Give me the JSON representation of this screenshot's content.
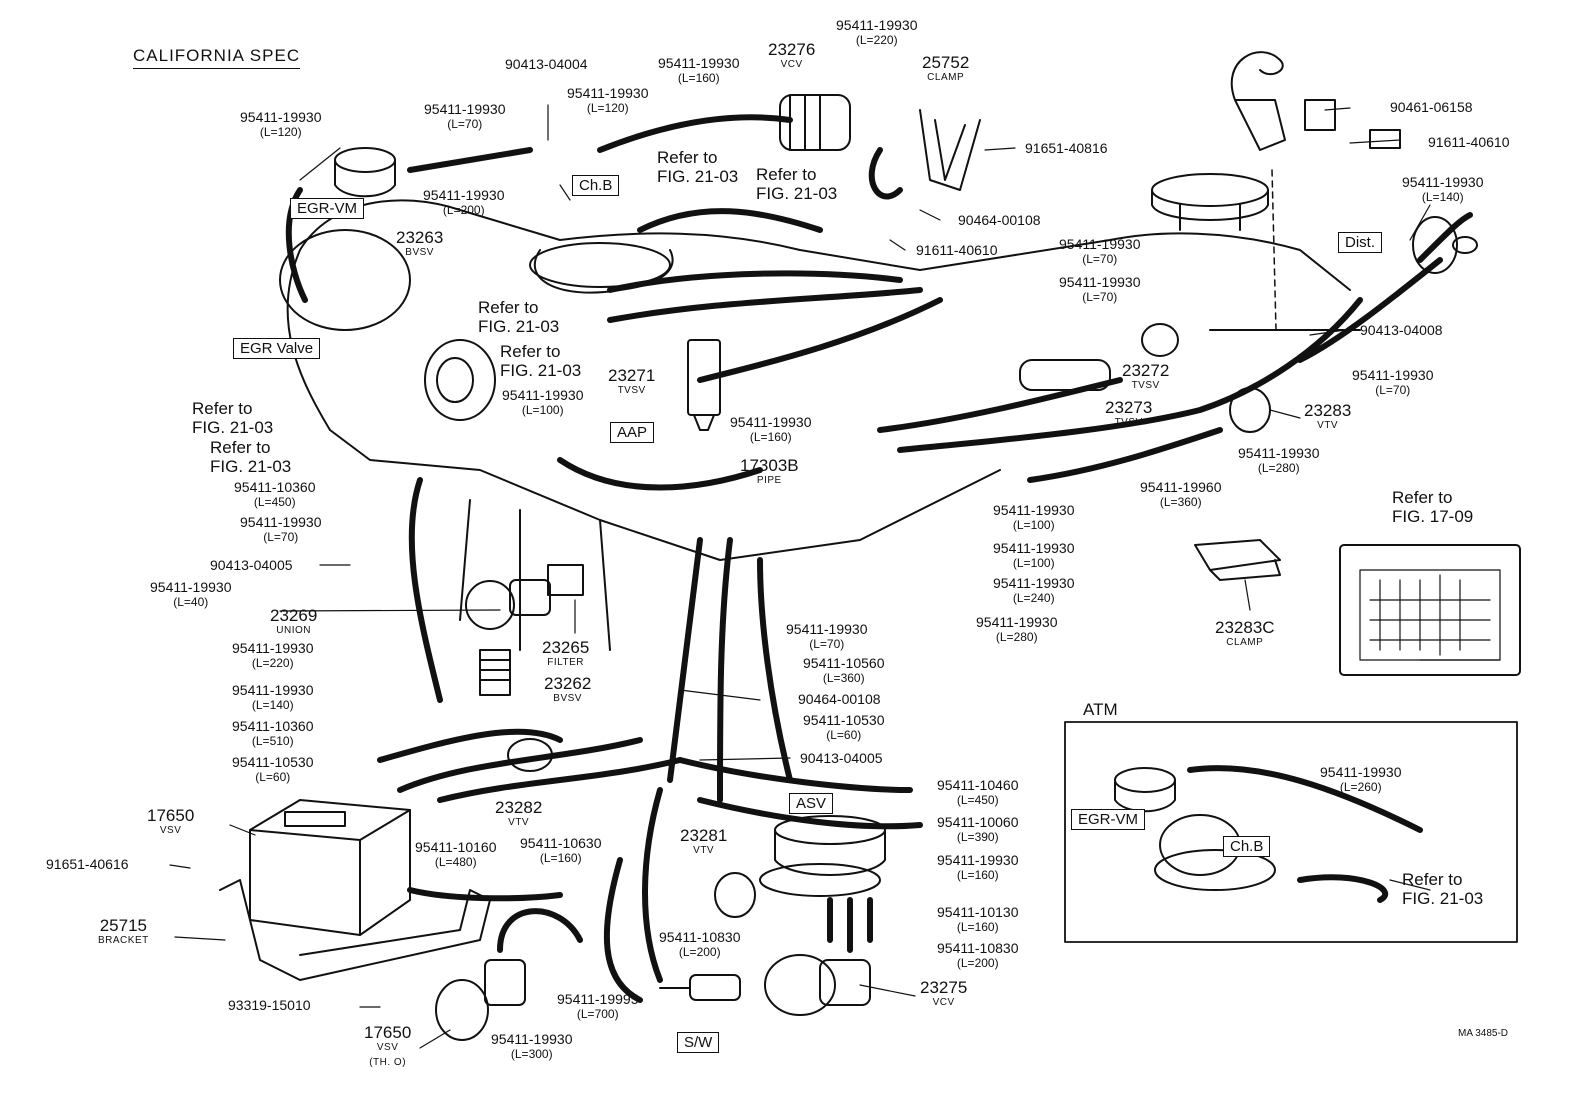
{
  "title": "CALIFORNIA SPEC",
  "atm_title": "ATM",
  "code": "MA 3485-D",
  "boxes": {
    "egr_vm": "EGR-VM",
    "ch_b": "Ch.B",
    "egr_valve": "EGR Valve",
    "aap": "AAP",
    "dist": "Dist.",
    "asv": "ASV",
    "sw": "S/W",
    "atm_egr_vm": "EGR-VM",
    "atm_ch_b": "Ch.B"
  },
  "refs": {
    "r1a": "Refer to",
    "r1b": "FIG. 21-03",
    "r2a": "Refer to",
    "r2b": "FIG. 21-03",
    "r3a": "Refer to",
    "r3b": "FIG. 21-03",
    "r4a": "Refer to",
    "r4b": "FIG. 21-03",
    "r5a": "Refer to",
    "r5b": "FIG. 21-03",
    "r6a": "Refer to",
    "r6b": "FIG. 21-03",
    "r7a": "Refer to",
    "r7b": "FIG. 17-09",
    "r8a": "Refer to",
    "r8b": "FIG. 21-03"
  },
  "parts": {
    "p1": {
      "pn": "95411-19930",
      "sub": "(L=120)"
    },
    "p2": {
      "pn": "95411-19930",
      "sub": "(L=70)"
    },
    "p3": {
      "pn": "90413-04004"
    },
    "p4": {
      "pn": "95411-19930",
      "sub": "(L=120)"
    },
    "p5": {
      "pn": "95411-19930",
      "sub": "(L=160)"
    },
    "p6": {
      "pn": "23276",
      "sub": "VCV"
    },
    "p7": {
      "pn": "95411-19930",
      "sub": "(L=220)"
    },
    "p8": {
      "pn": "25752",
      "sub": "CLAMP"
    },
    "p9": {
      "pn": "90461-06158"
    },
    "p10": {
      "pn": "91611-40610"
    },
    "p11": {
      "pn": "91651-40816"
    },
    "p12": {
      "pn": "95411-19930",
      "sub": "(L=200)"
    },
    "p13": {
      "pn": "90464-00108"
    },
    "p14": {
      "pn": "95411-19930",
      "sub": "(L=140)"
    },
    "p15": {
      "pn": "23263",
      "sub": "BVSV"
    },
    "p16": {
      "pn": "91611-40610"
    },
    "p17": {
      "pn": "95411-19930",
      "sub": "(L=70)"
    },
    "p18": {
      "pn": "95411-19930",
      "sub": "(L=70)"
    },
    "p19": {
      "pn": "90413-04008"
    },
    "p20": {
      "pn": "23271",
      "sub": "TVSV"
    },
    "p21": {
      "pn": "23272",
      "sub": "TVSV"
    },
    "p22": {
      "pn": "95411-19930",
      "sub": "(L=70)"
    },
    "p23": {
      "pn": "95411-19930",
      "sub": "(L=100)"
    },
    "p24": {
      "pn": "23273",
      "sub": "TVSV"
    },
    "p25": {
      "pn": "23283",
      "sub": "VTV"
    },
    "p26": {
      "pn": "95411-19930",
      "sub": "(L=160)"
    },
    "p27": {
      "pn": "95411-19930",
      "sub": "(L=280)"
    },
    "p28": {
      "pn": "17303B",
      "sub": "PIPE"
    },
    "p29": {
      "pn": "95411-19960",
      "sub": "(L=360)"
    },
    "p30": {
      "pn": "95411-10360",
      "sub": "(L=450)"
    },
    "p31": {
      "pn": "95411-19930",
      "sub": "(L=100)"
    },
    "p32": {
      "pn": "95411-19930",
      "sub": "(L=70)"
    },
    "p33": {
      "pn": "95411-19930",
      "sub": "(L=100)"
    },
    "p34": {
      "pn": "90413-04005"
    },
    "p35": {
      "pn": "95411-19930",
      "sub": "(L=240)"
    },
    "p36": {
      "pn": "95411-19930",
      "sub": "(L=40)"
    },
    "p37": {
      "pn": "23283C",
      "sub": "CLAMP"
    },
    "p38": {
      "pn": "95411-19930",
      "sub": "(L=280)"
    },
    "p39": {
      "pn": "23269",
      "sub": "UNION"
    },
    "p40": {
      "pn": "95411-19930",
      "sub": "(L=70)"
    },
    "p41": {
      "pn": "23265",
      "sub": "FILTER"
    },
    "p42": {
      "pn": "95411-19930",
      "sub": "(L=220)"
    },
    "p43": {
      "pn": "95411-10560",
      "sub": "(L=360)"
    },
    "p44": {
      "pn": "23262",
      "sub": "BVSV"
    },
    "p45": {
      "pn": "95411-19930",
      "sub": "(L=140)"
    },
    "p46": {
      "pn": "90464-00108"
    },
    "p47": {
      "pn": "95411-10360",
      "sub": "(L=510)"
    },
    "p48": {
      "pn": "95411-10530",
      "sub": "(L=60)"
    },
    "p49": {
      "pn": "90413-04005"
    },
    "p50": {
      "pn": "95411-10530",
      "sub": "(L=60)"
    },
    "p51": {
      "pn": "95411-10460",
      "sub": "(L=450)"
    },
    "p52": {
      "pn": "23282",
      "sub": "VTV"
    },
    "p53": {
      "pn": "95411-10060",
      "sub": "(L=390)"
    },
    "p54": {
      "pn": "17650",
      "sub": "VSV"
    },
    "p55": {
      "pn": "95411-10160",
      "sub": "(L=480)"
    },
    "p56": {
      "pn": "95411-10630",
      "sub": "(L=160)"
    },
    "p57": {
      "pn": "23281",
      "sub": "VTV"
    },
    "p58": {
      "pn": "95411-19930",
      "sub": "(L=160)"
    },
    "p59": {
      "pn": "91651-40616"
    },
    "p60": {
      "pn": "95411-10130",
      "sub": "(L=160)"
    },
    "p61": {
      "pn": "25715",
      "sub": "BRACKET"
    },
    "p62": {
      "pn": "95411-10830",
      "sub": "(L=200)"
    },
    "p63": {
      "pn": "95411-10830",
      "sub": "(L=200)"
    },
    "p64": {
      "pn": "23275",
      "sub": "VCV"
    },
    "p65": {
      "pn": "93319-15010"
    },
    "p66": {
      "pn": "95411-19995",
      "sub": "(L=700)"
    },
    "p67": {
      "pn": "17650",
      "sub": "VSV",
      "sub2": "(TH. O)"
    },
    "p68": {
      "pn": "95411-19930",
      "sub": "(L=300)"
    },
    "p69": {
      "pn": "95411-19930",
      "sub": "(L=260)"
    }
  }
}
